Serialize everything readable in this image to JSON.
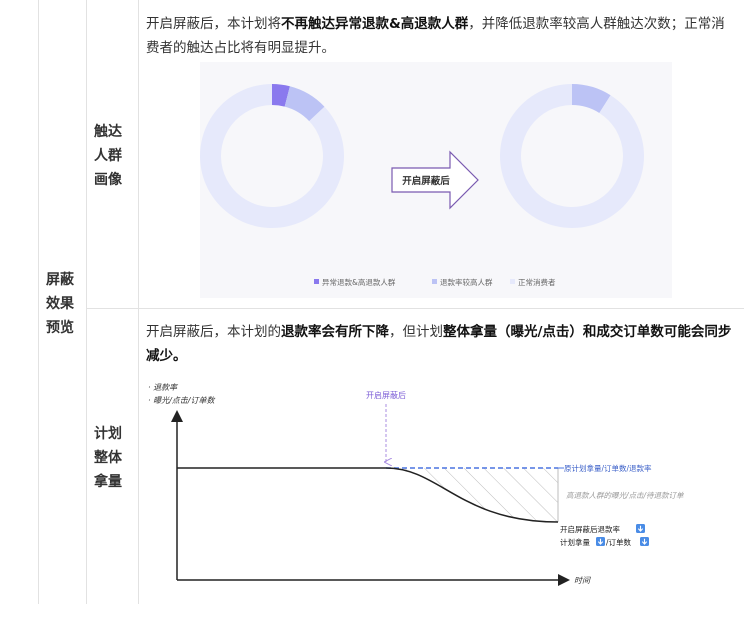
{
  "section_label": [
    "屏蔽",
    "效果",
    "预览"
  ],
  "row1": {
    "label": [
      "触达",
      "人群",
      "画像"
    ],
    "para_parts": [
      {
        "text": "开启屏蔽后，本计划将",
        "bold": false
      },
      {
        "text": "不再触达异常退款&高退款人群",
        "bold": true
      },
      {
        "text": "，并降低退款率较高人群触达次数；正常消费者的触达占比将有明显提升。",
        "bold": false
      }
    ],
    "arrow_label": "开启屏蔽后",
    "legend": [
      {
        "label": "异常退款&高退款人群",
        "color": "#8a79ee"
      },
      {
        "label": "退款率较高人群",
        "color": "#bcc3f5"
      },
      {
        "label": "正常消费者",
        "color": "#e6e9fb"
      }
    ],
    "chart_data": [
      {
        "type": "pie",
        "series": [
          {
            "values": [
              4,
              9,
              87
            ]
          }
        ],
        "colors": [
          "#8a79ee",
          "#bcc3f5",
          "#e6e9fb"
        ]
      },
      {
        "type": "pie",
        "series": [
          {
            "values": [
              0,
              9,
              91
            ]
          }
        ],
        "colors": [
          "#8a79ee",
          "#bcc3f5",
          "#e6e9fb"
        ]
      }
    ]
  },
  "row2": {
    "label": [
      "计划",
      "整体",
      "拿量"
    ],
    "para_parts": [
      {
        "text": "开启屏蔽后，本计划的",
        "bold": false
      },
      {
        "text": "退款率会有所下降",
        "bold": true
      },
      {
        "text": "，但计划",
        "bold": false
      },
      {
        "text": "整体拿量（曝光/点击）和成交订单数可能会同步减少。",
        "bold": true
      }
    ],
    "diagram": {
      "y_axis_label1": "· 退款率",
      "y_axis_label2": "· 曝光/点击/订单数",
      "x_axis_label": "时间",
      "marker_label": "开启屏蔽后",
      "dashed_label": "原计划拿量/订单数/退款率",
      "hatch_label": "高退款人群的曝光/点击/待退款订单",
      "down_label1": "开启屏蔽后退款率",
      "down_label2a": "计划拿量",
      "down_label2b": "/订单数"
    }
  }
}
